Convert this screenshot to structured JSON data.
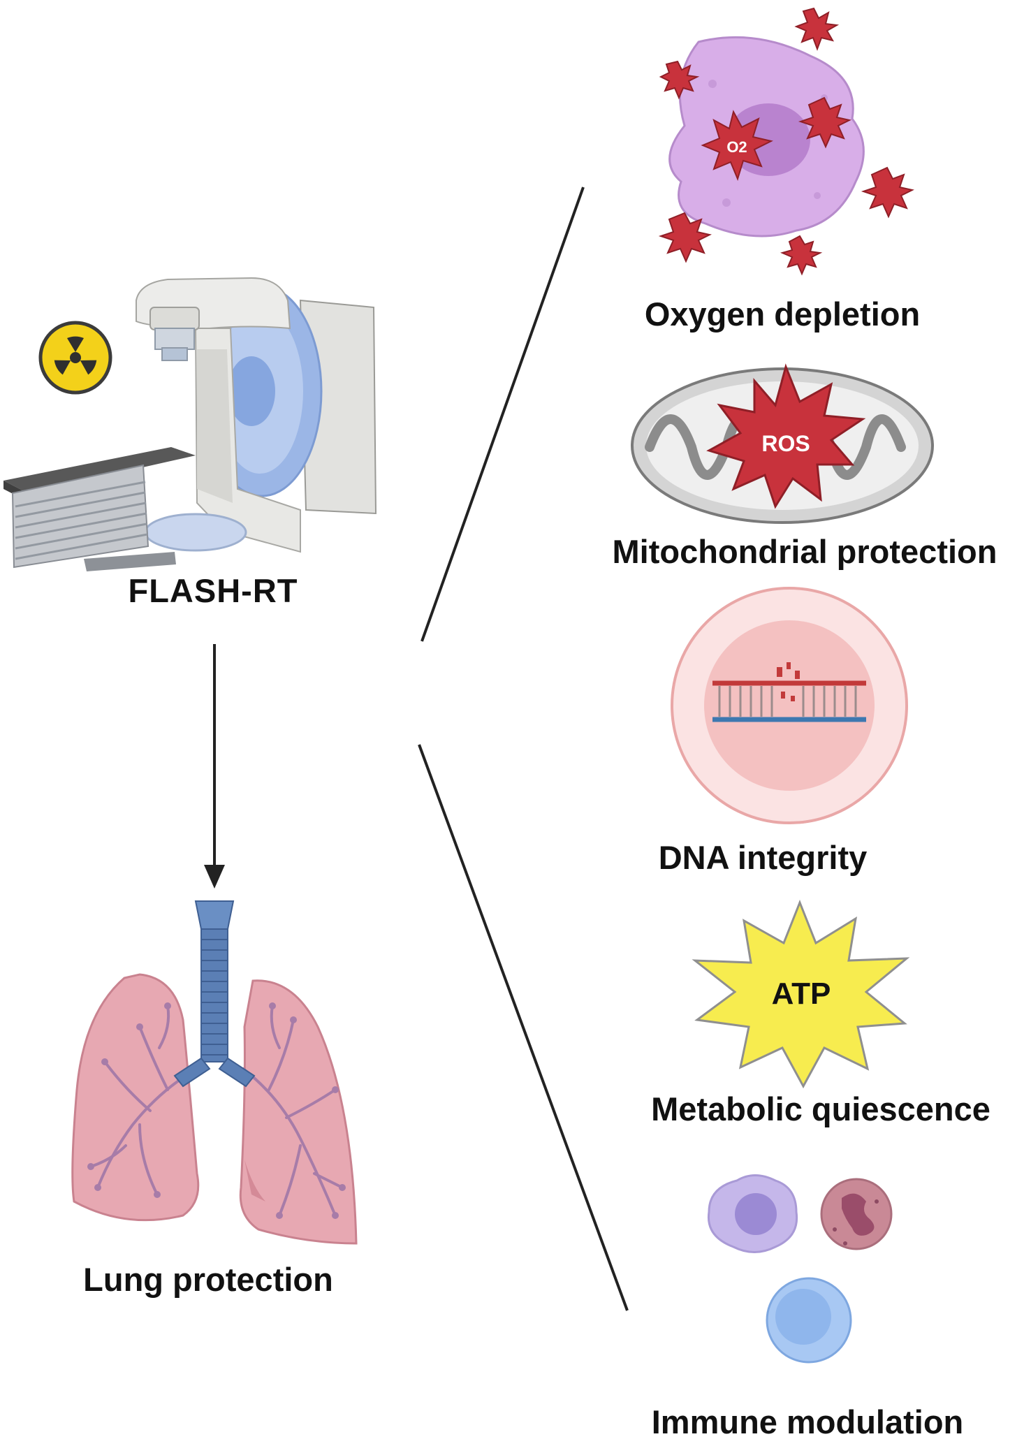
{
  "left": {
    "source_label": "FLASH-RT",
    "outcome_label": "Lung protection"
  },
  "mechanisms": [
    {
      "label": "Oxygen depletion",
      "icon": "ros-cell-icon",
      "badge": "O2"
    },
    {
      "label": "Mitochondrial protection",
      "icon": "mitochondrion-icon",
      "badge": "ROS"
    },
    {
      "label": "DNA integrity",
      "icon": "dna-cell-icon"
    },
    {
      "label": "Metabolic quiescence",
      "icon": "atp-burst-icon",
      "badge": "ATP"
    },
    {
      "label": "Immune modulation",
      "icon": "immune-cells-icon"
    }
  ],
  "colors": {
    "ros_red": "#c8323c",
    "cell_purple": "#d7a9e8",
    "lung_pink": "#e8a9b3",
    "trachea_blue": "#5b7fb5",
    "atp_yellow": "#f7ec4f",
    "dna_red": "#c23a3a",
    "dna_blue": "#3d78b0"
  }
}
